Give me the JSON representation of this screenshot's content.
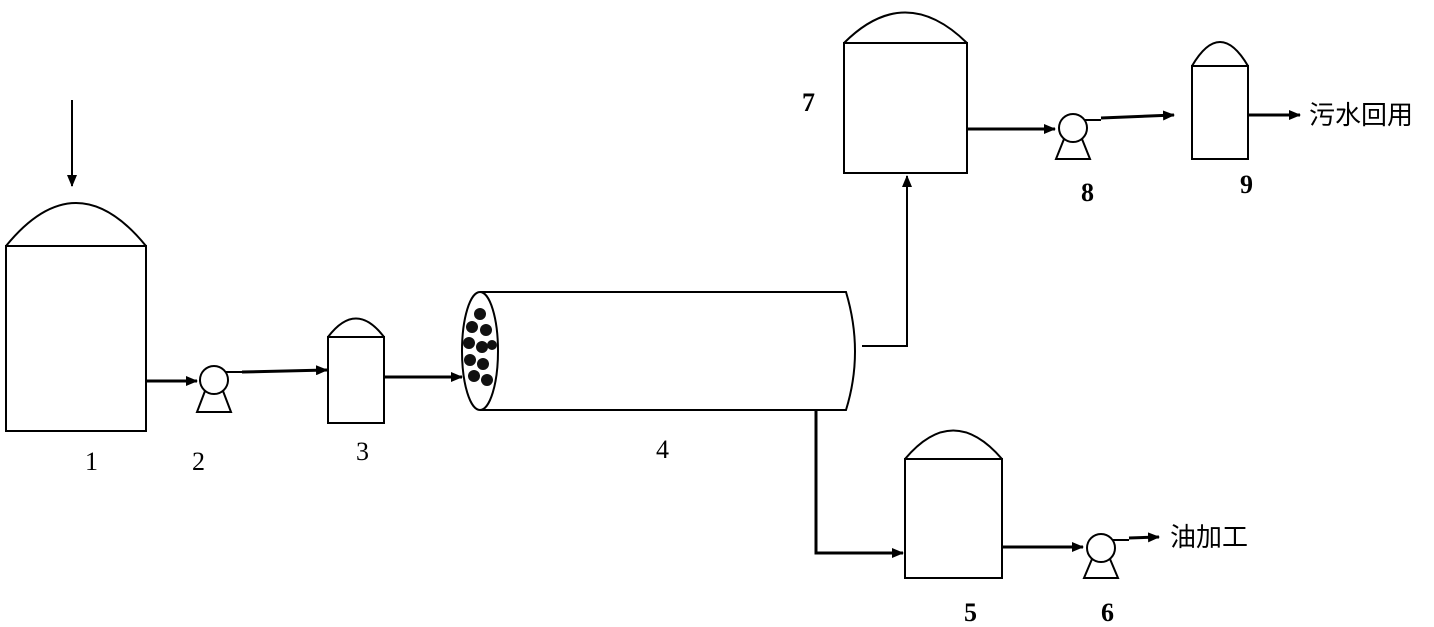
{
  "labels": {
    "n1": "1",
    "n2": "2",
    "n3": "3",
    "n4": "4",
    "n5": "5",
    "n6": "6",
    "n7": "7",
    "n8": "8",
    "n9": "9"
  },
  "outputs": {
    "reuse": "污水回用",
    "oil": "油加工"
  },
  "colors": {
    "line": "#000000",
    "background": "#ffffff"
  }
}
